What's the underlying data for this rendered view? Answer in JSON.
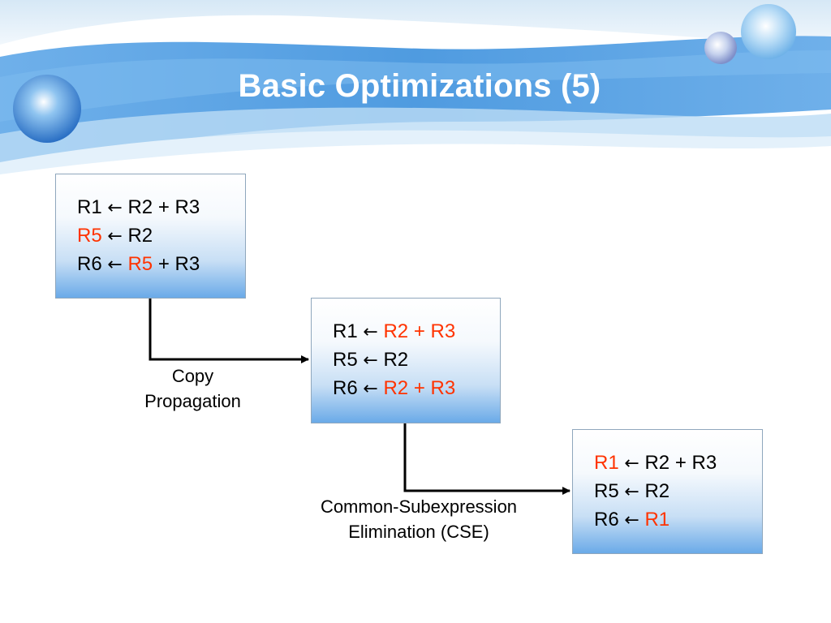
{
  "slide": {
    "title": "Basic Optimizations (5)"
  },
  "arrow_symbol": "←",
  "boxes": {
    "original": {
      "lines": [
        [
          {
            "text": "R1 ",
            "hl": false
          },
          {
            "text": "←",
            "hl": false,
            "arrow": true
          },
          {
            "text": " R2 + R3",
            "hl": false
          }
        ],
        [
          {
            "text": "R5",
            "hl": true
          },
          {
            "text": " ",
            "hl": false
          },
          {
            "text": "←",
            "hl": false,
            "arrow": true
          },
          {
            "text": " R2",
            "hl": false
          }
        ],
        [
          {
            "text": "R6 ",
            "hl": false
          },
          {
            "text": "←",
            "hl": false,
            "arrow": true
          },
          {
            "text": " ",
            "hl": false
          },
          {
            "text": "R5",
            "hl": true
          },
          {
            "text": " + R3",
            "hl": false
          }
        ]
      ]
    },
    "copy_propagated": {
      "lines": [
        [
          {
            "text": "R1 ",
            "hl": false
          },
          {
            "text": "←",
            "hl": false,
            "arrow": true
          },
          {
            "text": " ",
            "hl": false
          },
          {
            "text": "R2 + R3",
            "hl": true
          }
        ],
        [
          {
            "text": "R5 ",
            "hl": false
          },
          {
            "text": "←",
            "hl": false,
            "arrow": true
          },
          {
            "text": " R2",
            "hl": false
          }
        ],
        [
          {
            "text": "R6 ",
            "hl": false
          },
          {
            "text": "←",
            "hl": false,
            "arrow": true
          },
          {
            "text": " ",
            "hl": false
          },
          {
            "text": "R2 + R3",
            "hl": true
          }
        ]
      ]
    },
    "cse": {
      "lines": [
        [
          {
            "text": "R1",
            "hl": true
          },
          {
            "text": " ",
            "hl": false
          },
          {
            "text": "←",
            "hl": false,
            "arrow": true
          },
          {
            "text": " R2 + R3",
            "hl": false
          }
        ],
        [
          {
            "text": "R5 ",
            "hl": false
          },
          {
            "text": "←",
            "hl": false,
            "arrow": true
          },
          {
            "text": " R2",
            "hl": false
          }
        ],
        [
          {
            "text": "R6 ",
            "hl": false
          },
          {
            "text": "←",
            "hl": false,
            "arrow": true
          },
          {
            "text": " ",
            "hl": false
          },
          {
            "text": "R1",
            "hl": true
          }
        ]
      ]
    }
  },
  "steps": {
    "copy_propagation": {
      "line1": "Copy",
      "line2": "Propagation"
    },
    "cse": {
      "line1": "Common-Subexpression",
      "line2": "Elimination (CSE)"
    }
  },
  "colors": {
    "highlight": "#ff3300",
    "banner_blue": "#5aa3e3",
    "title": "#ffffff"
  }
}
